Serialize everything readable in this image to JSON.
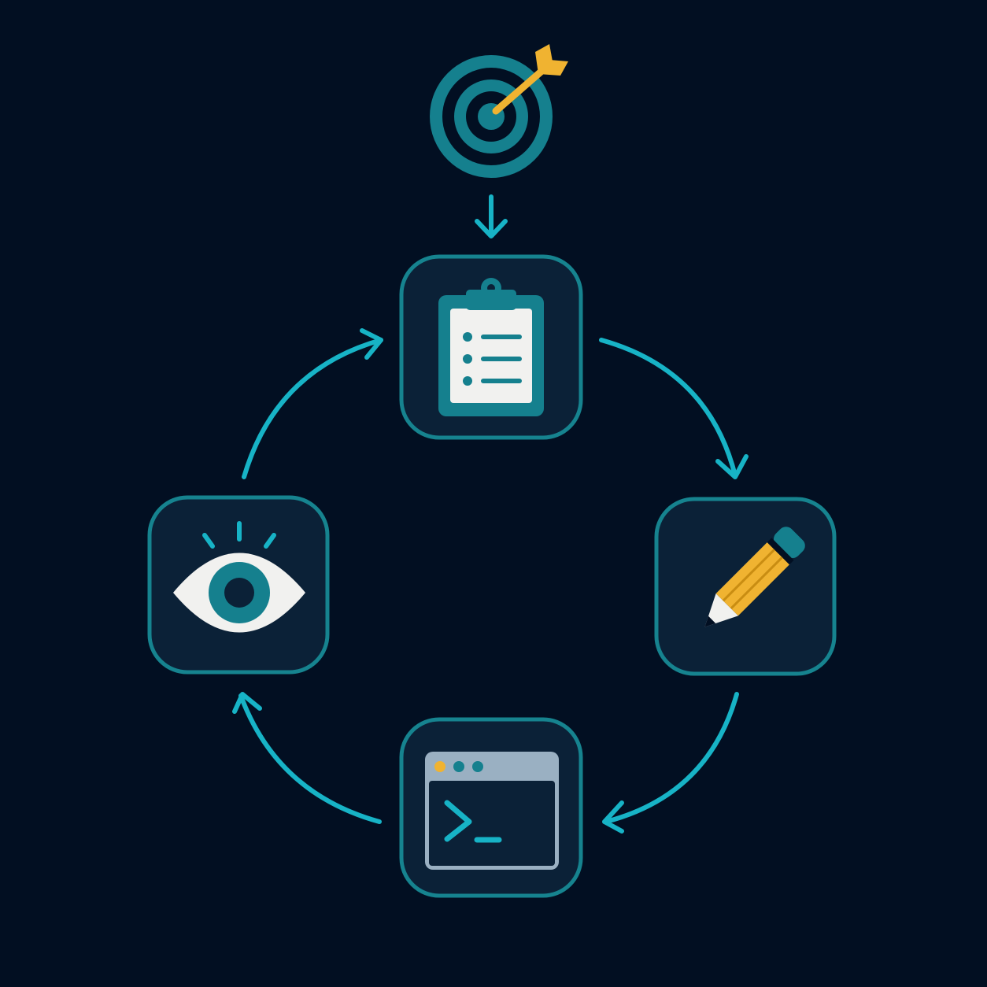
{
  "diagram": {
    "type": "cycle",
    "entry": "goal",
    "nodes": [
      {
        "id": "goal",
        "icon": "target-with-arrow-icon"
      },
      {
        "id": "plan",
        "icon": "clipboard-checklist-icon"
      },
      {
        "id": "write",
        "icon": "pencil-icon"
      },
      {
        "id": "run",
        "icon": "terminal-window-icon"
      },
      {
        "id": "review",
        "icon": "eye-icon"
      }
    ],
    "edges": [
      {
        "from": "goal",
        "to": "plan"
      },
      {
        "from": "plan",
        "to": "write"
      },
      {
        "from": "write",
        "to": "run"
      },
      {
        "from": "run",
        "to": "review"
      },
      {
        "from": "review",
        "to": "plan"
      }
    ]
  },
  "colors": {
    "background": "#020f22",
    "tile_fill": "#0b2137",
    "tile_border": "#16838f",
    "arrow": "#17b3c6",
    "icon_teal": "#15808e",
    "accent_yellow": "#f0b331",
    "paper": "#f1f1ef",
    "window_frame": "#9ab0c2"
  }
}
